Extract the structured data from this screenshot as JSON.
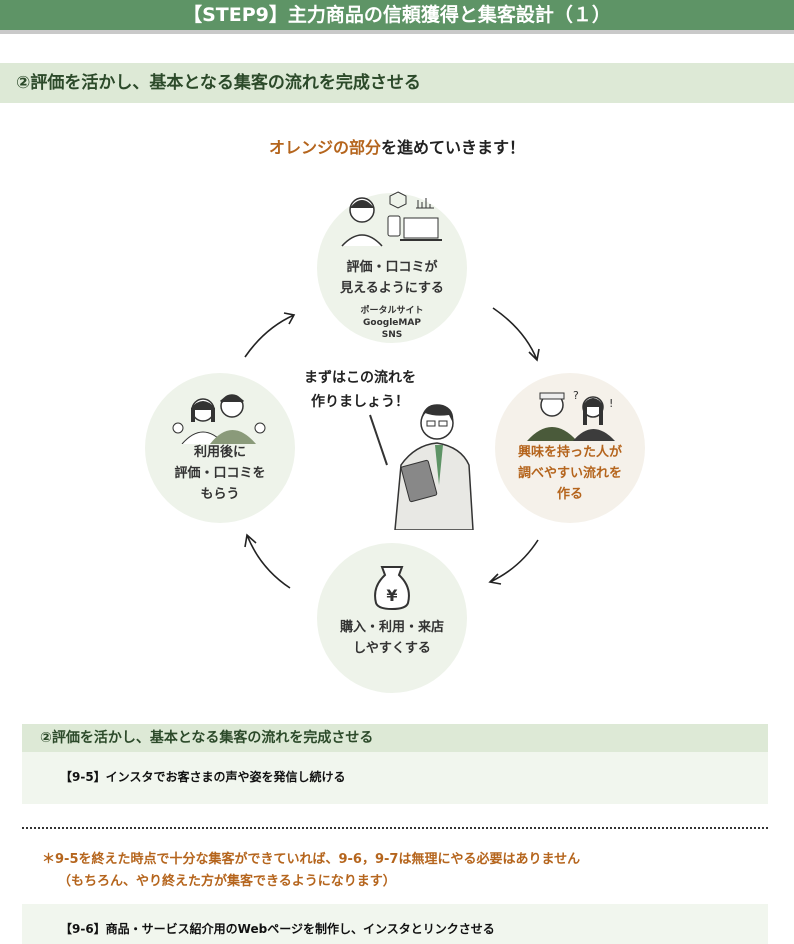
{
  "header": {
    "title": "【STEP9】主力商品の信頼獲得と集客設計（１）"
  },
  "section_band": {
    "title": "②評価を活かし、基本となる集客の流れを完成させる"
  },
  "lead": {
    "highlight": "オレンジの部分",
    "rest": "を進めていきます！"
  },
  "diagram": {
    "top": {
      "line1": "評価・口コミが",
      "line2": "見えるようにする",
      "sub1": "ポータルサイト",
      "sub2": "GoogleMAP",
      "sub3": "SNS"
    },
    "right": {
      "line1": "興味を持った人が",
      "line2": "調べやすい流れを",
      "line3": "作る"
    },
    "bottom": {
      "line1": "購入・利用・来店",
      "line2": "しやすくする"
    },
    "left": {
      "line1": "利用後に",
      "line2": "評価・口コミを",
      "line3": "もらう"
    },
    "center": {
      "line1": "まずはこの流れを",
      "line2": "作りましょう！"
    },
    "highlight_color": "#b5651d"
  },
  "task_section": {
    "title": "②評価を活かし、基本となる集客の流れを完成させる",
    "item": "【9-5】インスタでお客さまの声や姿を発信し続ける"
  },
  "note": {
    "line1": "＊9-5を終えた時点で十分な集客ができていれば、9-6，9-7は無理にやる必要はありません",
    "line2": "（もちろん、やり終えた方が集客できるようになります）"
  },
  "next_item": "【9-6】商品・サービス紹介用のWebページを制作し、インスタとリンクさせる"
}
